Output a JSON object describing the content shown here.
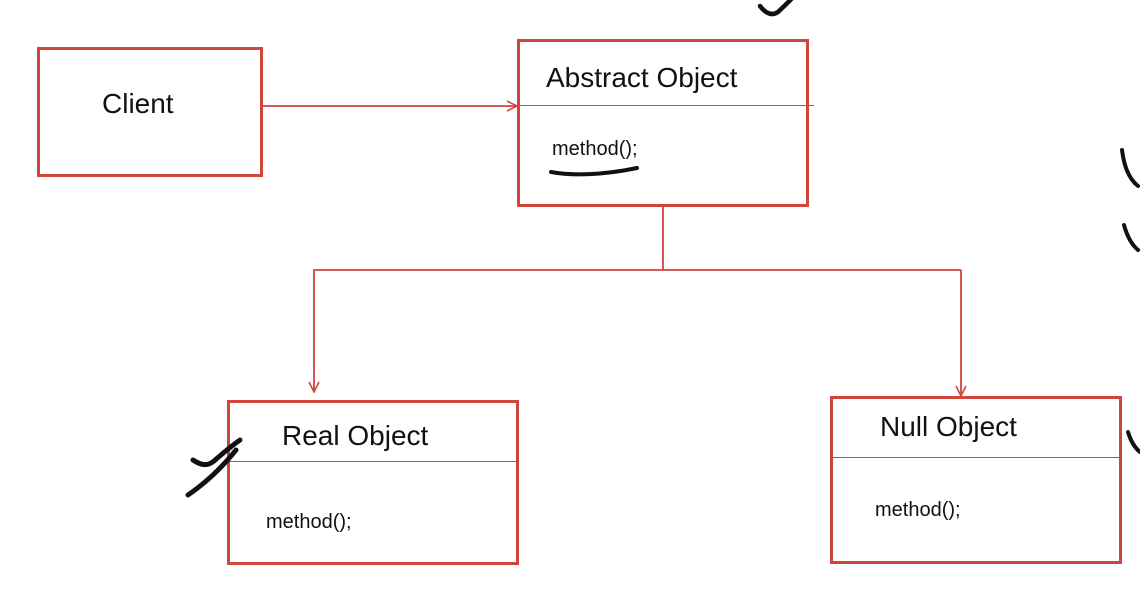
{
  "diagram": {
    "client": {
      "title": "Client"
    },
    "abstract_object": {
      "title": "Abstract Object",
      "method": "method();"
    },
    "real_object": {
      "title": "Real Object",
      "method": "method();"
    },
    "null_object": {
      "title": "Null Object",
      "method": "method();"
    }
  },
  "colors": {
    "box_border": "#d0463b",
    "connector": "#d0463b",
    "pen_ink": "#111111"
  },
  "annotations": [
    "handwritten-underline-under-method",
    "handwritten-checkmark-real-object",
    "handwritten-checkmark-top",
    "handwritten-marks-right-edge"
  ]
}
